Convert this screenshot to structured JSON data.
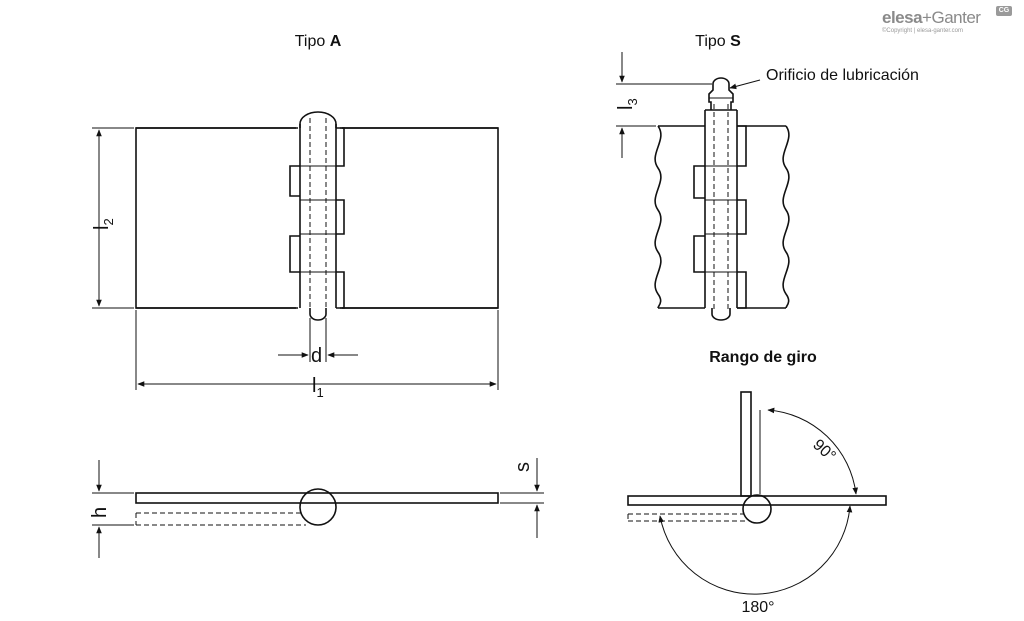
{
  "logo": {
    "brand_a": "elesa",
    "brand_b": "+Ganter",
    "badge": "CG",
    "copyright": "©Copyright | elesa-ganter.com"
  },
  "views": {
    "type_a": {
      "prefix": "Tipo ",
      "letter": "A"
    },
    "type_s": {
      "prefix": "Tipo ",
      "letter": "S"
    },
    "rotation_title": "Rango de giro"
  },
  "labels": {
    "lubrication": "Orificio de lubricación",
    "l1": "l",
    "l1_sub": "1",
    "l2": "l",
    "l2_sub": "2",
    "l3": "l",
    "l3_sub": "3",
    "d": "d",
    "h": "h",
    "s": "s",
    "angle_90": "90°",
    "angle_180": "180°"
  }
}
